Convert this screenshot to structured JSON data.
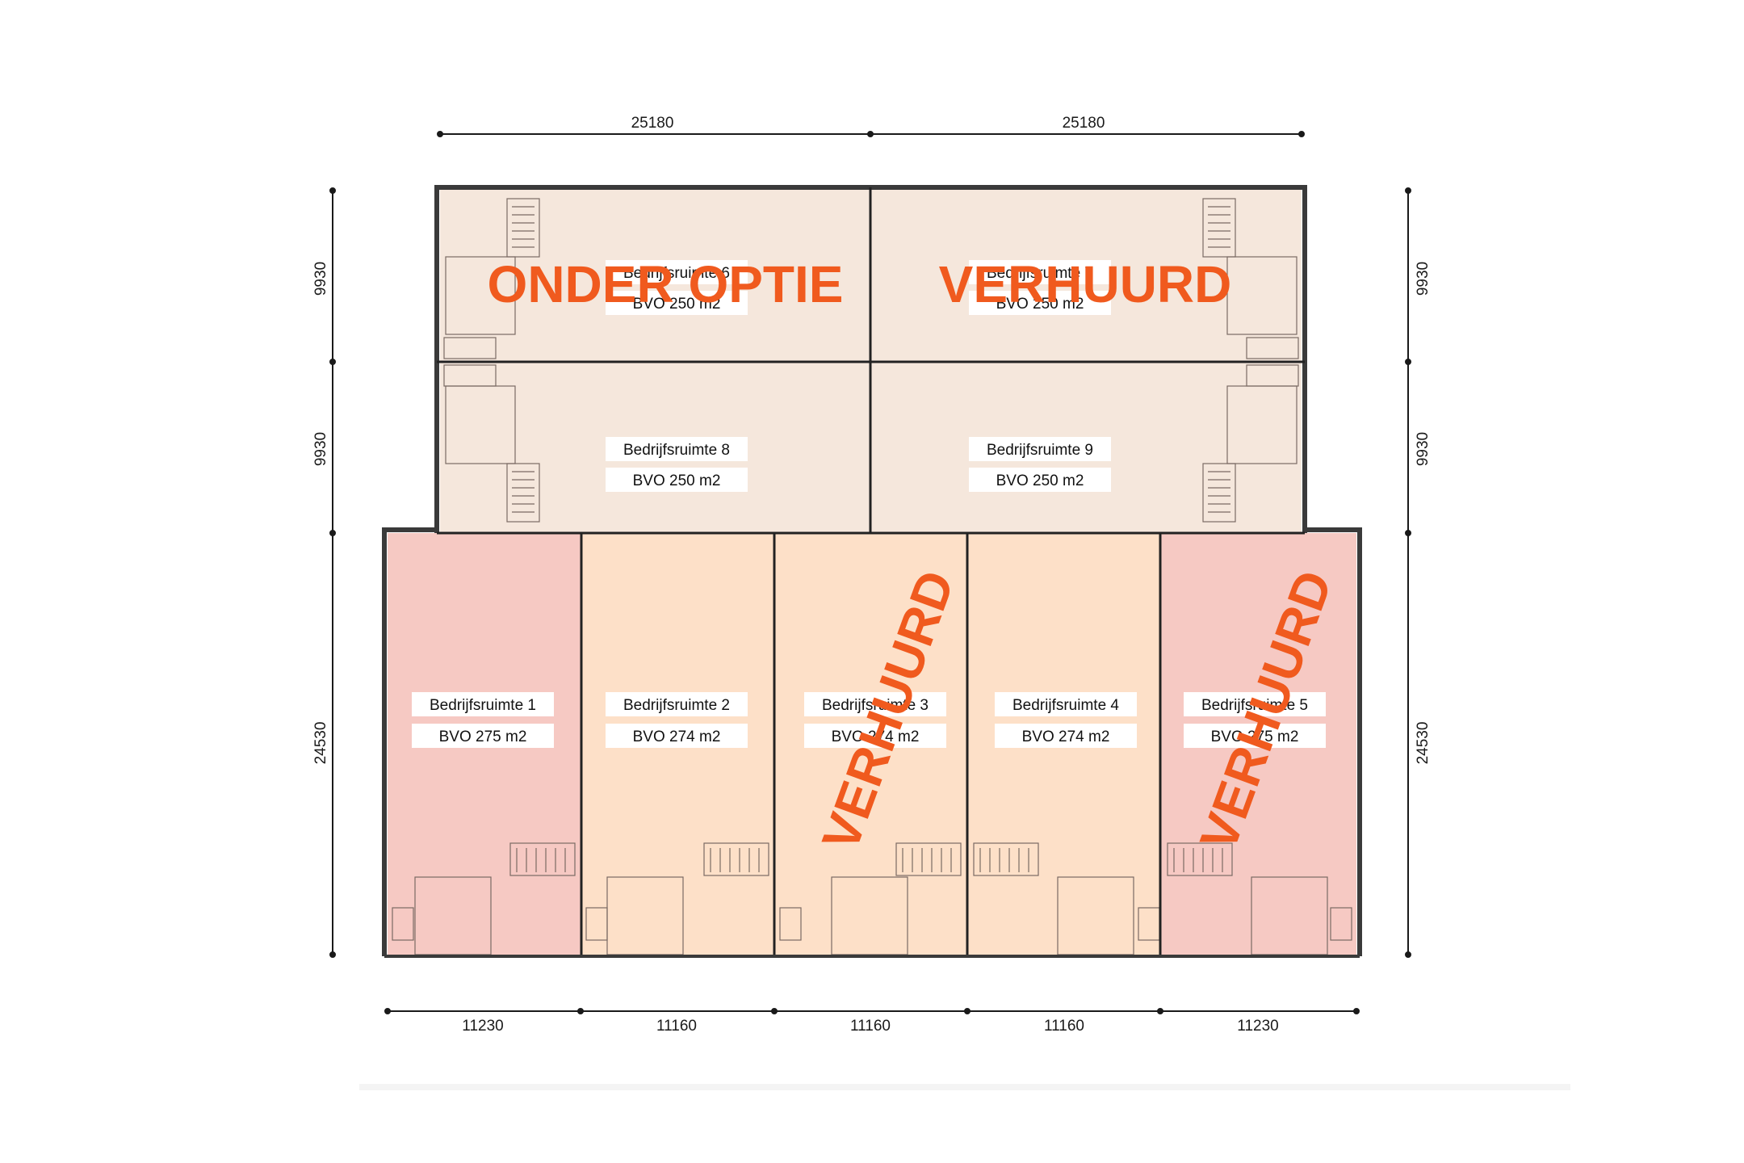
{
  "colors": {
    "upper_unit_fill": "#f5e7dc",
    "lower_unit_fill": "#fde0c8",
    "rented_unit_fill": "#f6c9c3",
    "wall": "#3a3a3a",
    "stamp": "#f05a1e"
  },
  "dimensions": {
    "top": [
      "25180",
      "25180"
    ],
    "bottom": [
      "11230",
      "11160",
      "11160",
      "11160",
      "11230"
    ],
    "left": [
      "9930",
      "9930",
      "24530"
    ],
    "right": [
      "9930",
      "9930",
      "24530"
    ]
  },
  "units": [
    {
      "name": "Bedrijfsruimte 1",
      "area": "BVO 275 m2",
      "status": "rented-fill"
    },
    {
      "name": "Bedrijfsruimte 2",
      "area": "BVO 274 m2"
    },
    {
      "name": "Bedrijfsruimte 3",
      "area": "BVO 274 m2"
    },
    {
      "name": "Bedrijfsruimte 4",
      "area": "BVO 274 m2"
    },
    {
      "name": "Bedrijfsruimte 5",
      "area": "BVO 275 m2",
      "status": "rented-fill"
    },
    {
      "name": "Bedrijfsruimte 6",
      "area": "BVO 250 m2"
    },
    {
      "name": "Bedrijfsruimte 7",
      "area": "BVO 250 m2"
    },
    {
      "name": "Bedrijfsruimte 8",
      "area": "BVO 250 m2"
    },
    {
      "name": "Bedrijfsruimte 9",
      "area": "BVO 250 m2"
    }
  ],
  "stamps": {
    "unit6": "ONDER OPTIE",
    "unit7": "VERHUURD",
    "unit3": "VERHUURD",
    "unit5": "VERHUURD"
  }
}
